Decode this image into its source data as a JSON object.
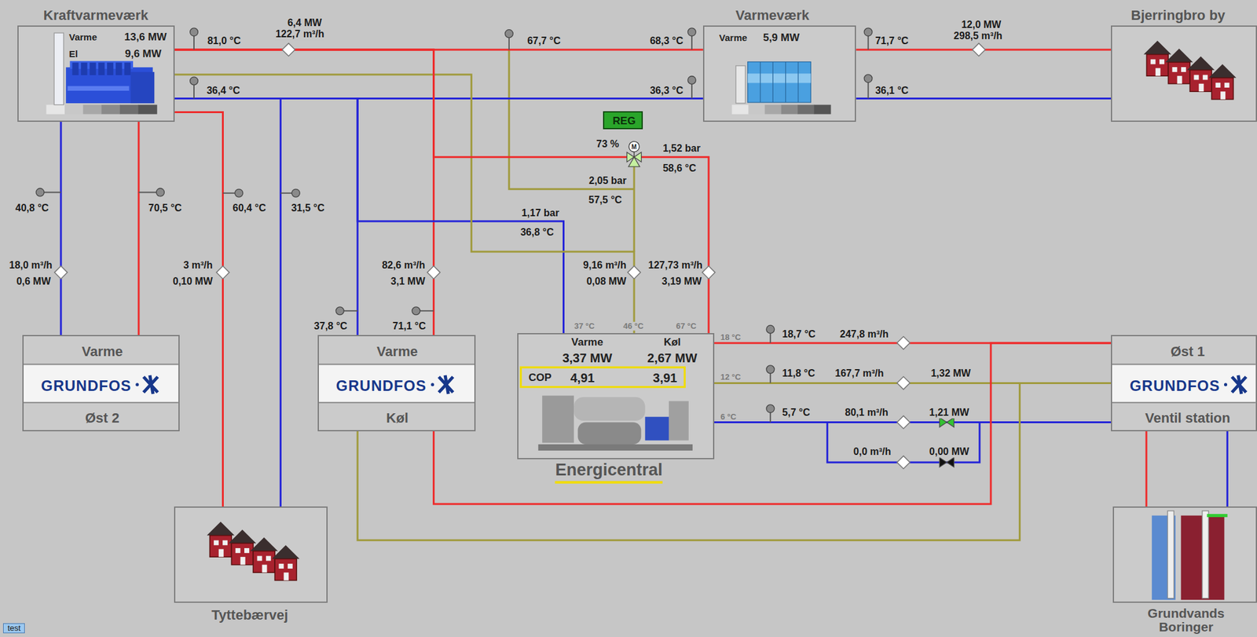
{
  "diagram": {
    "nodes": [
      {
        "text": [
          "Kraftvarmeværk",
          "Varme",
          "13,6 MW",
          "El",
          "9,6 MW"
        ]
      },
      {
        "text": [
          "Varmeværk",
          "Varme",
          "5,9 MW"
        ]
      },
      {
        "text": [
          "Bjerringbro by"
        ]
      },
      {
        "text": [
          "REG"
        ]
      },
      {
        "text": [
          "Varme",
          "GRUNDFOS",
          "Øst 2"
        ]
      },
      {
        "text": [
          "Varme",
          "GRUNDFOS",
          "Køl"
        ]
      },
      {
        "text": [
          "Varme",
          "3,37 MW",
          "Køl",
          "2,67 MW",
          "COP",
          "4,91",
          "3,91",
          "Energicentral"
        ]
      },
      {
        "text": [
          "Øst 1",
          "GRUNDFOS",
          "Ventil station"
        ]
      },
      {
        "text": [
          "Tyttebærvej"
        ]
      },
      {
        "text": [
          "Grundvands Boringer"
        ]
      }
    ],
    "edges": [
      {
        "from": 0,
        "to": 1,
        "arrow": "none"
      },
      {
        "from": 0,
        "to": 1,
        "arrow": "none"
      },
      {
        "from": 1,
        "to": 2,
        "arrow": "none"
      },
      {
        "from": 1,
        "to": 2,
        "arrow": "none"
      },
      {
        "from": 0,
        "to": 4,
        "arrow": "none"
      },
      {
        "from": 0,
        "to": 4,
        "arrow": "none"
      },
      {
        "from": 0,
        "to": 8,
        "arrow": "none"
      },
      {
        "from": 0,
        "to": 8,
        "arrow": "none"
      },
      {
        "from": 0,
        "to": 5,
        "arrow": "none"
      },
      {
        "from": 0,
        "to": 5,
        "arrow": "none"
      },
      {
        "from": 0,
        "to": 6,
        "arrow": "none"
      },
      {
        "from": 0,
        "to": 6,
        "arrow": "none"
      },
      {
        "from": 0,
        "to": 6,
        "arrow": "none"
      },
      {
        "from": 6,
        "to": 7,
        "arrow": "none"
      },
      {
        "from": 6,
        "to": 7,
        "arrow": "none"
      },
      {
        "from": 6,
        "to": 7,
        "arrow": "none"
      },
      {
        "from": 5,
        "to": 7,
        "arrow": "none"
      },
      {
        "from": 5,
        "to": 7,
        "arrow": "none"
      },
      {
        "from": 7,
        "to": 9,
        "arrow": "none"
      },
      {
        "from": 7,
        "to": 9,
        "arrow": "none"
      }
    ],
    "labels": [
      "81,0 °C",
      "6,4 MW",
      "122,7 m³/h",
      "67,7 °C",
      "68,3 °C",
      "71,7 °C",
      "12,0 MW",
      "298,5 m³/h",
      "36,4 °C",
      "36,3 °C",
      "36,1 °C",
      "40,8 °C",
      "70,5 °C",
      "60,4 °C",
      "31,5 °C",
      "18,0 m³/h",
      "0,6 MW",
      "3 m³/h",
      "0,10 MW",
      "82,6 m³/h",
      "3,1 MW",
      "37,8 °C",
      "71,1 °C",
      "73 %",
      "1,52 bar",
      "58,6 °C",
      "2,05 bar",
      "57,5 °C",
      "1,17 bar",
      "36,8 °C",
      "9,16 m³/h",
      "0,08 MW",
      "127,73 m³/h",
      "3,19 MW",
      "37 °C",
      "46 °C",
      "67 °C",
      "18 °C",
      "12 °C",
      "6 °C",
      "18,7 °C",
      "247,8 m³/h",
      "11,8 °C",
      "167,7 m³/h",
      "1,32 MW",
      "5,7 °C",
      "80,1 m³/h",
      "1,21 MW",
      "0,0 m³/h",
      "0,00 MW",
      "test",
      "M"
    ]
  }
}
